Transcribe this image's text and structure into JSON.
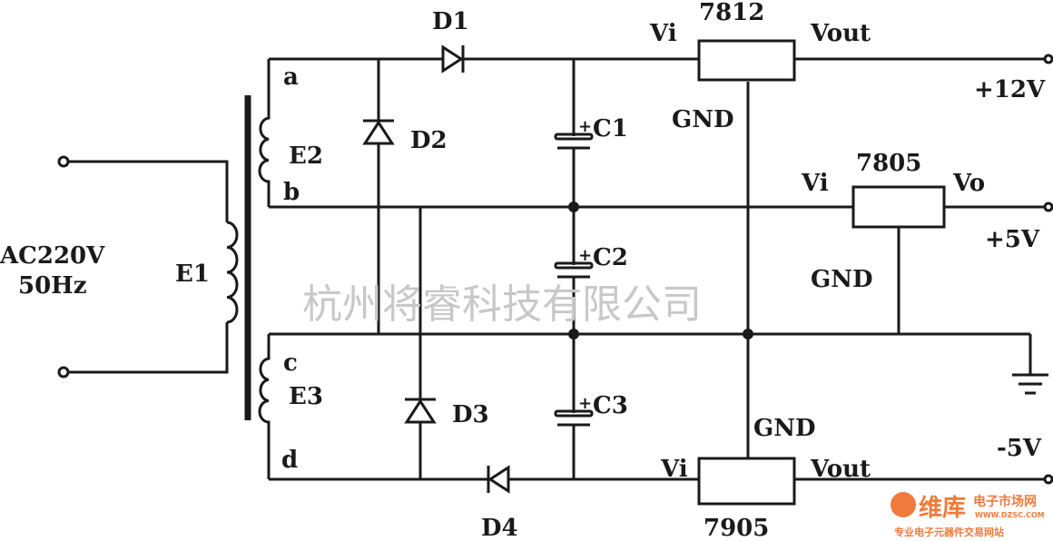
{
  "labels": {
    "input_voltage": "AC220V",
    "input_freq": "50Hz",
    "primary": "E1",
    "secondary_top": "E2",
    "secondary_bottom": "E3",
    "tap_a": "a",
    "tap_b": "b",
    "tap_c": "c",
    "tap_d": "d",
    "d1": "D1",
    "d2": "D2",
    "d3": "D3",
    "d4": "D4",
    "c1": "C1",
    "c2": "C2",
    "c3": "C3",
    "reg_7812": "7812",
    "reg_7812_in": "Vi",
    "reg_7812_out": "Vout",
    "reg_7812_gnd": "GND",
    "reg_7805": "7805",
    "reg_7805_in": "Vi",
    "reg_7805_out": "Vo",
    "reg_7805_gnd": "GND",
    "reg_7905": "7905",
    "reg_7905_in": "Vi",
    "reg_7905_out": "Vout",
    "reg_7905_gnd": "GND",
    "out_12v": "+12V",
    "out_5v": "+5V",
    "out_neg5v": "-5V"
  },
  "watermark": "杭州将睿科技有限公司",
  "logo": {
    "brand": "维库",
    "sub": "电子市场网",
    "url": "WWW.DZSC.COM",
    "tagline": "专业电子元器件交易网站"
  }
}
